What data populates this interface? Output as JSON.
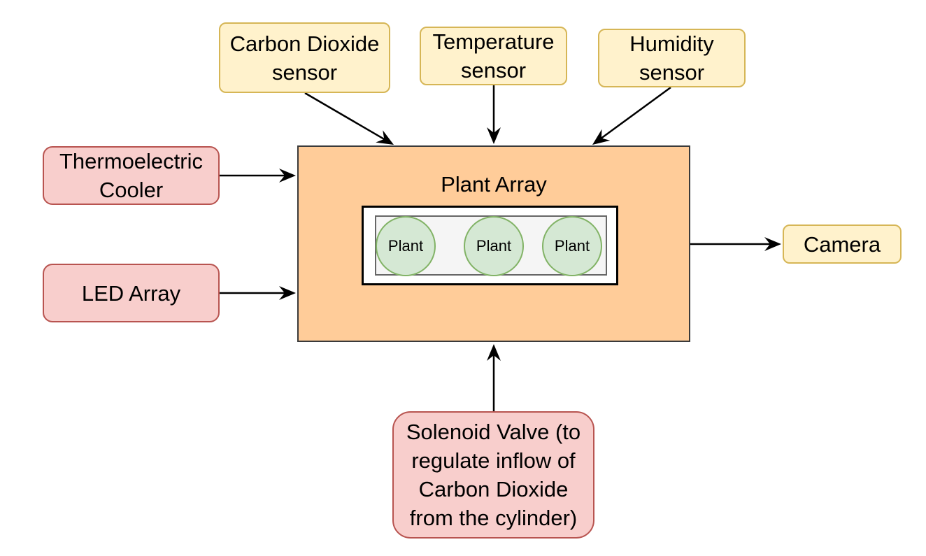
{
  "diagram": {
    "central_node": {
      "title": "Plant Array",
      "plants": [
        "Plant",
        "Plant",
        "Plant"
      ]
    },
    "sensors": {
      "co2": "Carbon Dioxide\nsensor",
      "temperature": "Temperature\nsensor",
      "humidity": "Humidity\nsensor"
    },
    "actuators": {
      "cooler": "Thermoelectric\nCooler",
      "led": "LED Array",
      "valve": "Solenoid Valve (to\nregulate inflow of\nCarbon Dioxide\nfrom the cylinder)"
    },
    "outputs": {
      "camera": "Camera"
    },
    "edges": [
      {
        "from": "Carbon Dioxide sensor",
        "to": "Plant Array"
      },
      {
        "from": "Temperature sensor",
        "to": "Plant Array"
      },
      {
        "from": "Humidity sensor",
        "to": "Plant Array"
      },
      {
        "from": "Thermoelectric Cooler",
        "to": "Plant Array"
      },
      {
        "from": "LED Array",
        "to": "Plant Array"
      },
      {
        "from": "Solenoid Valve",
        "to": "Plant Array"
      },
      {
        "from": "Plant Array",
        "to": "Camera"
      }
    ],
    "colors": {
      "sensor_fill": "#fff2cc",
      "sensor_stroke": "#d6b656",
      "actuator_fill": "#f8cecc",
      "actuator_stroke": "#b85450",
      "main_fill": "#ffcc99",
      "plant_fill": "#d5e8d4",
      "plant_stroke": "#82b366",
      "arrow": "#000000"
    }
  }
}
